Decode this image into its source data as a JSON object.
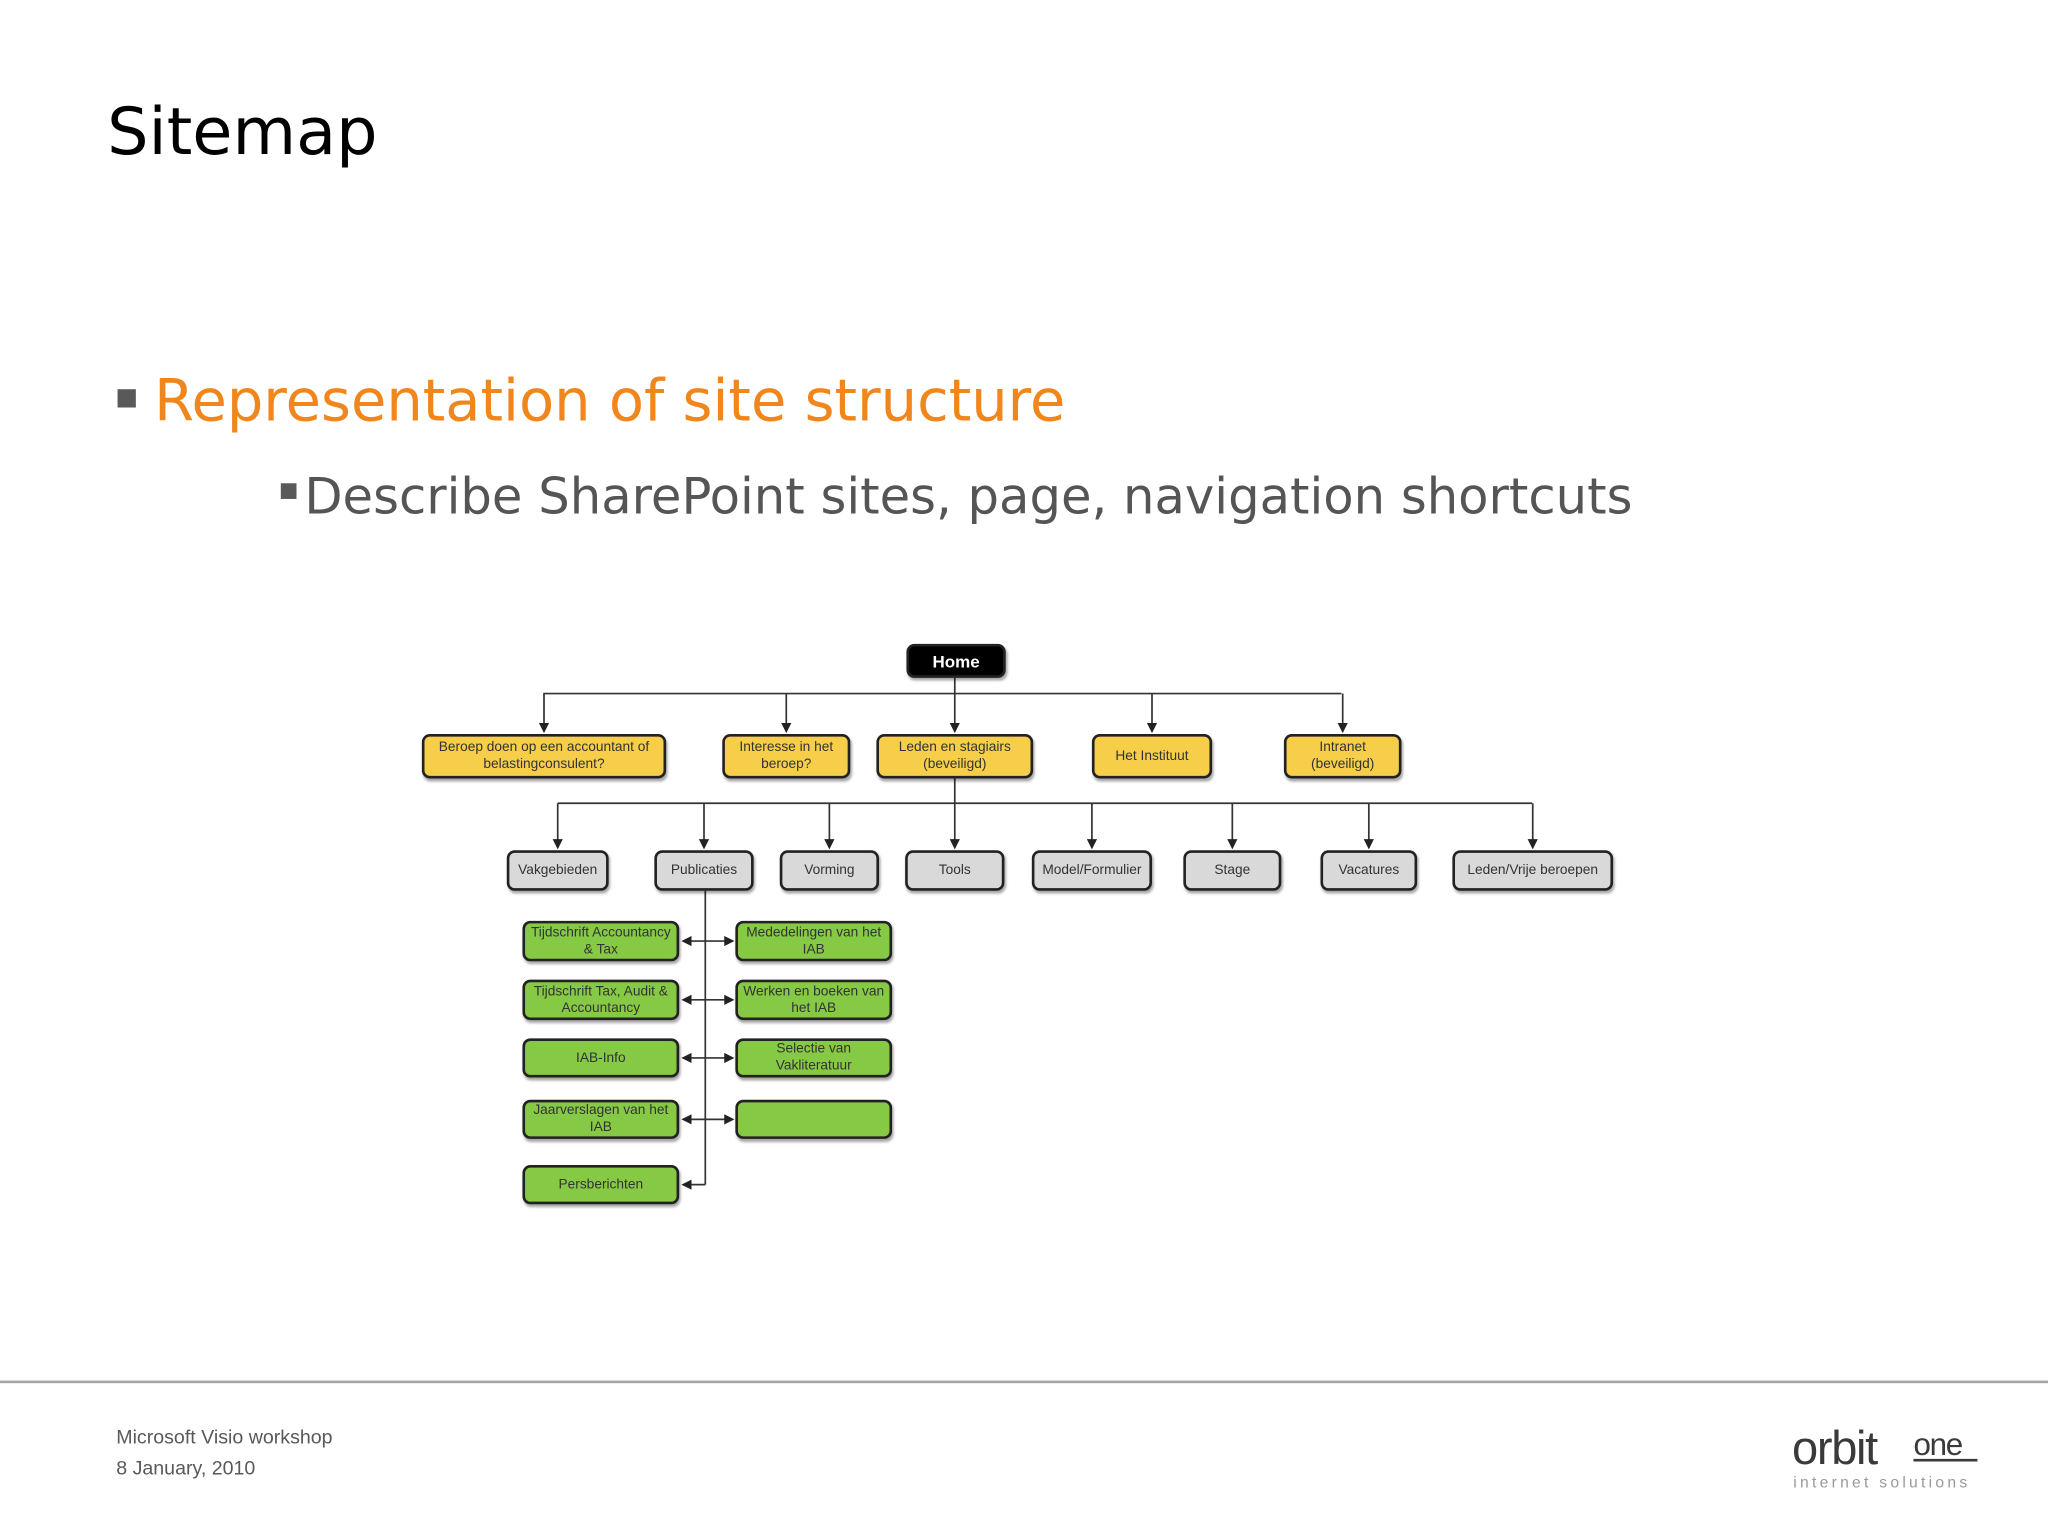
{
  "slide": {
    "title": "Sitemap",
    "bullet_1": "Representation of site structure",
    "bullet_2": "Describe SharePoint sites, page, navigation shortcuts",
    "accent_color": "#F0861C"
  },
  "sitemap": {
    "root": "Home",
    "level1": [
      "Beroep doen op een accountant of belastingconsulent?",
      "Interesse in het beroep?",
      "Leden en stagiairs (beveiligd)",
      "Het Instituut",
      "Intranet (beveiligd)"
    ],
    "level2": [
      "Vakgebieden",
      "Publicaties",
      "Vorming",
      "Tools",
      "Model/Formulier",
      "Stage",
      "Vacatures",
      "Leden/Vrije beroepen"
    ],
    "publicaties_left": [
      "Tijdschrift Accountancy & Tax",
      "Tijdschrift Tax, Audit & Accountancy",
      "IAB-Info",
      "Jaarverslagen van het IAB",
      "Persberichten"
    ],
    "publicaties_right": [
      "Mededelingen van het IAB",
      "Werken en boeken van het IAB",
      "Selectie van Vakliteratuur",
      ""
    ],
    "colors": {
      "root": "#000000",
      "level1": "#F7CE4A",
      "level2": "#D9D9D9",
      "level3": "#86C945"
    }
  },
  "footer": {
    "line1": "Microsoft Visio workshop",
    "line2": "8 January, 2010",
    "logo_text": "orbit one",
    "logo_tagline": "internet solutions"
  }
}
